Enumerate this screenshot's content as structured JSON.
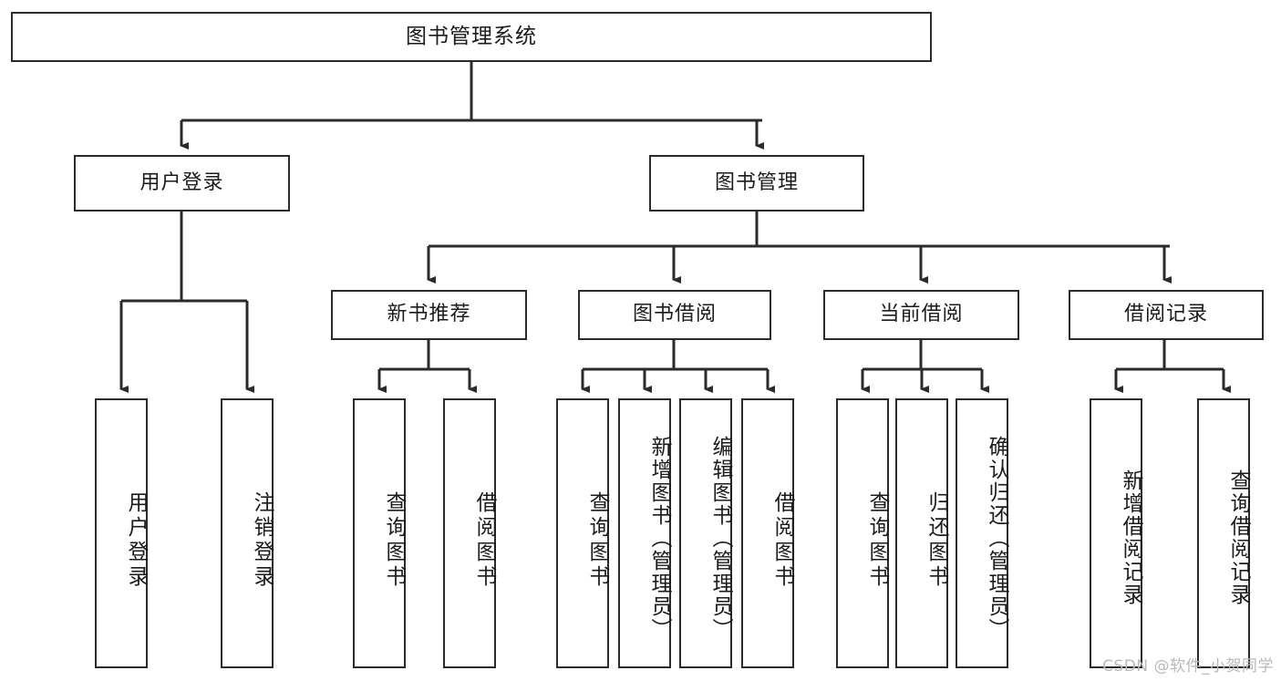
{
  "diagram": {
    "title": "图书管理系统",
    "type": "tree",
    "watermark": "CSDN @软件_小贺同学",
    "colors": {
      "box_border": "#2b2b2b",
      "box_fill": "#ffffff",
      "line": "#2b2b2b",
      "text": "#1b1b1b",
      "watermark": "#b9b9b9",
      "background": "#ffffff"
    },
    "root": {
      "label": "图书管理系统"
    },
    "level2": [
      {
        "label": "用户登录"
      },
      {
        "label": "图书管理"
      }
    ],
    "level3": [
      {
        "label": "新书推荐"
      },
      {
        "label": "图书借阅"
      },
      {
        "label": "当前借阅"
      },
      {
        "label": "借阅记录"
      }
    ],
    "leaves": {
      "user_login": [
        {
          "label": "用户登录"
        },
        {
          "label": "注销登录"
        }
      ],
      "new_book": [
        {
          "label": "查询图书"
        },
        {
          "label": "借阅图书"
        }
      ],
      "book_borrow": [
        {
          "label": "查询图书"
        },
        {
          "label": "新增图书（管理员）"
        },
        {
          "label": "编辑图书（管理员）"
        },
        {
          "label": "借阅图书"
        }
      ],
      "current_borrow": [
        {
          "label": "查询图书"
        },
        {
          "label": "归还图书"
        },
        {
          "label": "确认归还（管理员）"
        }
      ],
      "borrow_record": [
        {
          "label": "新增借阅记录"
        },
        {
          "label": "查询借阅记录"
        }
      ]
    }
  }
}
